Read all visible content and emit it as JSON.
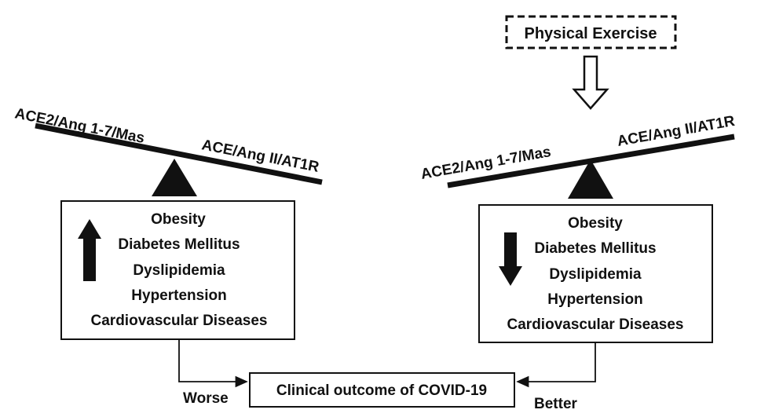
{
  "diagram": {
    "exercise": {
      "label": "Physical Exercise"
    },
    "left_scale": {
      "high_label": "ACE2/Ang 1-7/Mas",
      "low_label": "ACE/Ang II/AT1R",
      "direction": "increase",
      "conditions": [
        "Obesity",
        "Diabetes Mellitus",
        "Dyslipidemia",
        "Hypertension",
        "Cardiovascular Diseases"
      ]
    },
    "right_scale": {
      "low_label": "ACE2/Ang 1-7/Mas",
      "high_label": "ACE/Ang II/AT1R",
      "direction": "decrease",
      "conditions": [
        "Obesity",
        "Diabetes Mellitus",
        "Dyslipidemia",
        "Hypertension",
        "Cardiovascular Diseases"
      ]
    },
    "outcome": {
      "label": "Clinical outcome of COVID-19",
      "worse_label": "Worse",
      "better_label": "Better"
    }
  }
}
